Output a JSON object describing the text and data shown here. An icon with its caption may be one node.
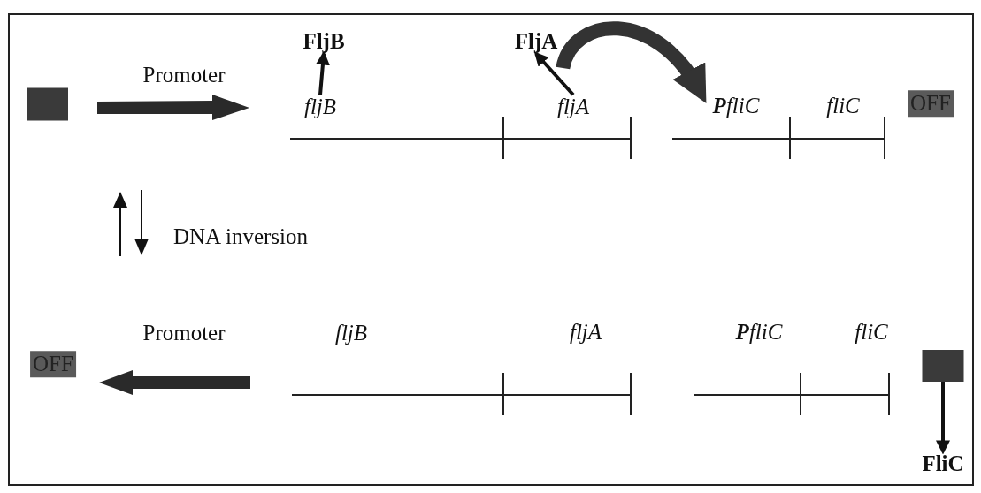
{
  "diagram": {
    "nodes": [
      {
        "text": [],
        "shape": "box"
      },
      {
        "text": [
          "FljB"
        ]
      },
      {
        "text": [
          "fljB"
        ]
      },
      {
        "text": [
          "FljA"
        ]
      },
      {
        "text": [
          "fljA"
        ]
      },
      {
        "text": [
          "**P**fliC"
        ]
      },
      {
        "text": [
          "fliC"
        ]
      },
      {
        "text": [
          "OFF"
        ]
      },
      {
        "text": [
          "OFF"
        ]
      },
      {
        "text": [
          "fljB"
        ]
      },
      {
        "text": [
          "fljA"
        ]
      },
      {
        "text": [
          "**P**fliC"
        ]
      },
      {
        "text": [
          "fliC"
        ]
      },
      {
        "text": [],
        "shape": "box"
      },
      {
        "text": [
          "FliC"
        ]
      }
    ],
    "edges": [
      {
        "from": 2,
        "to": 1,
        "arrow": "to"
      },
      {
        "from": 4,
        "to": 3,
        "arrow": "to"
      },
      {
        "from": 3,
        "to": 5,
        "arrow": "to",
        "style": "thick"
      },
      {
        "from": 13,
        "to": 14,
        "arrow": "to"
      }
    ],
    "labels": [
      "Promoter",
      "DNA inversion",
      "Promoter"
    ]
  }
}
